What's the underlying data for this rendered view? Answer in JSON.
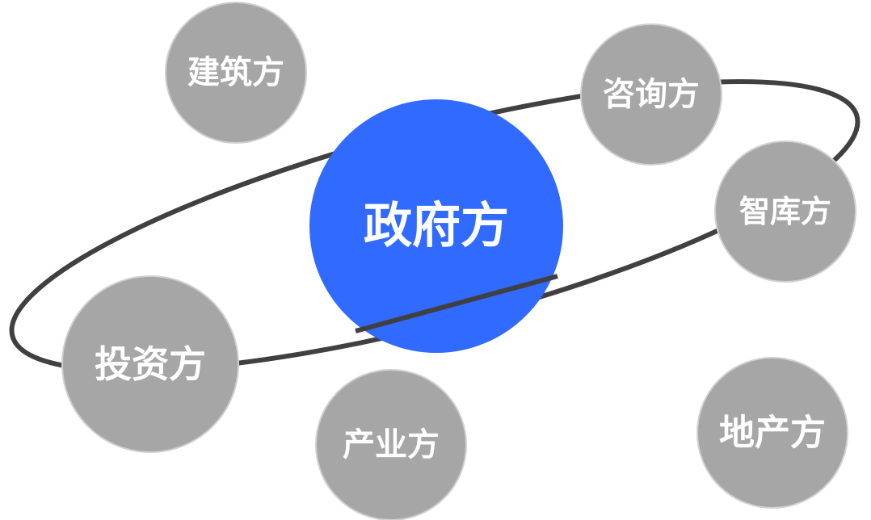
{
  "colors": {
    "center_fill": "#316AFF",
    "satellite_fill": "#A6A6A6",
    "satellite_stroke": "#D0D0D0",
    "orbit_stroke": "#404040",
    "label_text": "#FFFFFF"
  },
  "center": {
    "label": "政府方"
  },
  "satellites": [
    {
      "id": "jianzhu",
      "label": "建筑方"
    },
    {
      "id": "zixun",
      "label": "咨询方"
    },
    {
      "id": "zhiku",
      "label": "智库方"
    },
    {
      "id": "touzi",
      "label": "投资方"
    },
    {
      "id": "chanye",
      "label": "产业方"
    },
    {
      "id": "dichan",
      "label": "地产方"
    }
  ]
}
